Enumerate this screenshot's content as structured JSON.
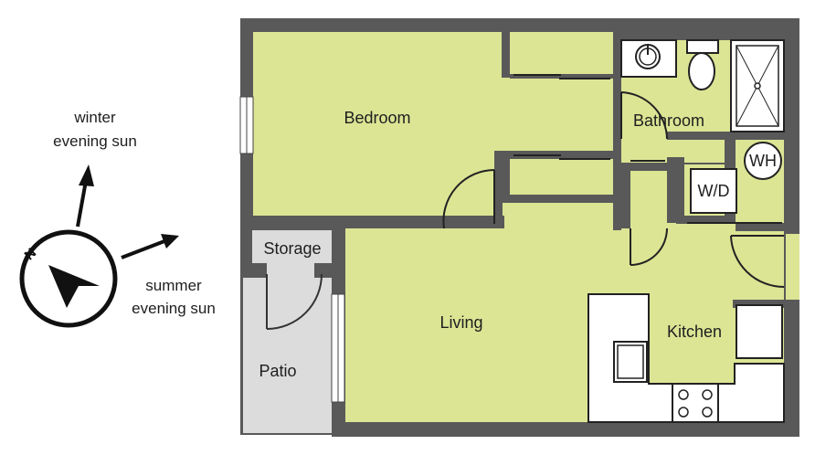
{
  "rooms": {
    "bedroom": "Bedroom",
    "bathroom": "Bathroom",
    "storage": "Storage",
    "living": "Living",
    "kitchen": "Kitchen",
    "patio": "Patio"
  },
  "fixtures": {
    "washer_dryer": "W/D",
    "water_heater": "WH"
  },
  "compass": {
    "north_letter": "N",
    "winter_label_line1": "winter",
    "winter_label_line2": "evening sun",
    "summer_label_line1": "summer",
    "summer_label_line2": "evening sun"
  },
  "colors": {
    "floor": "#dbe594",
    "wall": "#595959",
    "patio": "#dcdcdc",
    "counter": "#ffffff"
  }
}
